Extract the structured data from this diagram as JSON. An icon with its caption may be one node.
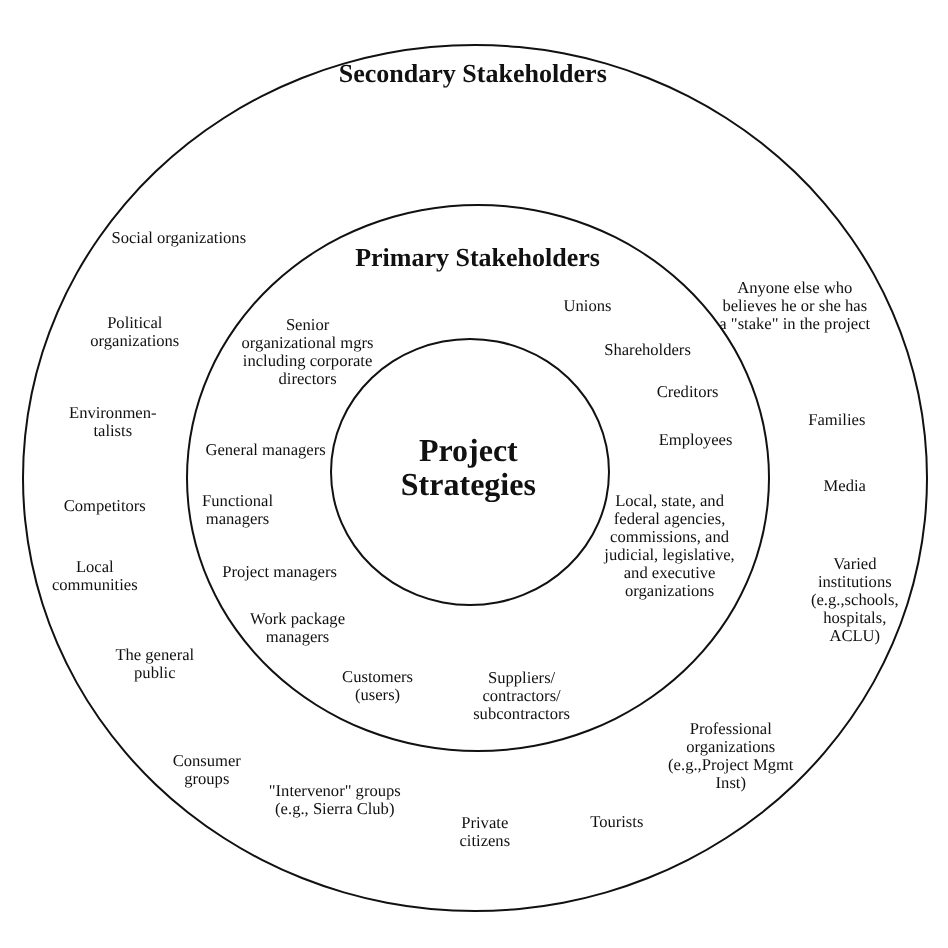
{
  "diagram": {
    "nodes": [
      {
        "text": [
          "Secondary Stakeholders",
          "Social organizations",
          "Political organizations",
          "Anyone else who believes he or she has a \"stake\" in the project",
          "Environmen-talists",
          "Families",
          "Competitors",
          "Media",
          "Local communities",
          "Varied institutions (e.g.,schools, hospitals, ACLU)",
          "The general public",
          "Consumer groups",
          "Professional organizations (e.g.,Project Mgmt Inst)",
          "\"Intervenor\" groups (e.g., Sierra Club)",
          "Tourists",
          "Private citizens"
        ]
      },
      {
        "text": [
          "Primary Stakeholders",
          "Unions",
          "Senior organizational mgrs including corporate directors",
          "Shareholders",
          "Creditors",
          "General managers",
          "Employees",
          "Functional managers",
          "Local, state, and federal agencies, commissions, and judicial, legislative, and executive organizations",
          "Project managers",
          "Work package managers",
          "Customers (users)",
          "Suppliers/ contractors/ subcontractors"
        ],
        "in": 0
      },
      {
        "text": [
          "Project Strategies"
        ],
        "in": 1
      }
    ]
  }
}
